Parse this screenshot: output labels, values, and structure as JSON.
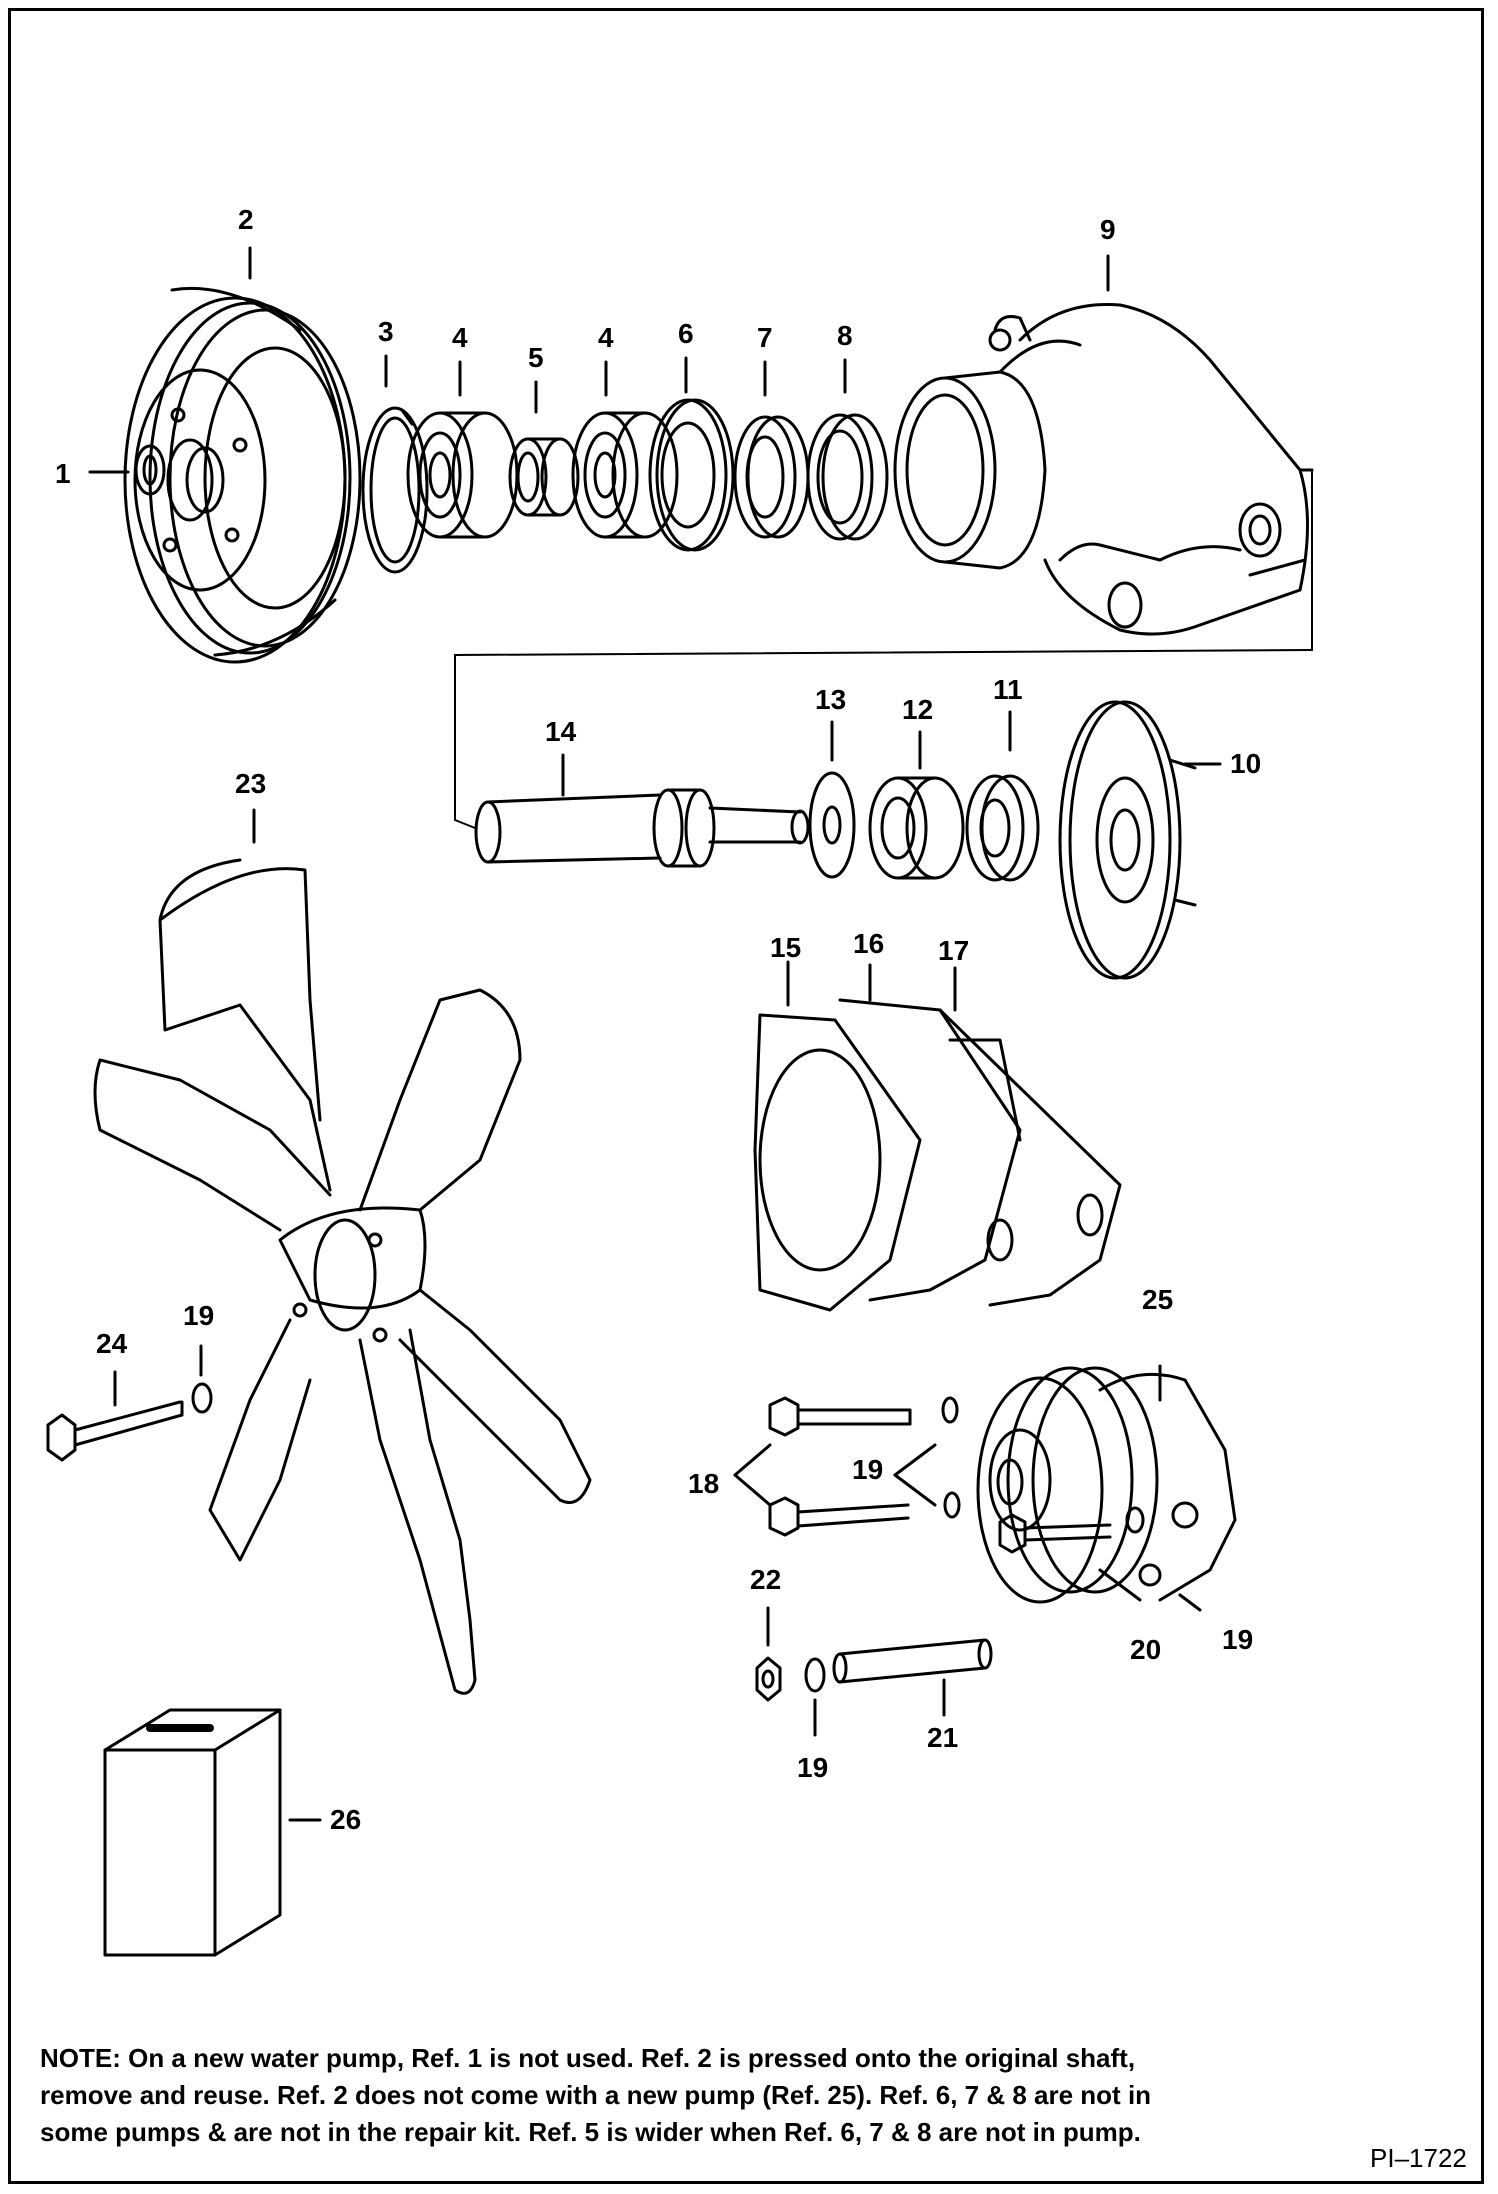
{
  "callouts": {
    "r1": "1",
    "r2": "2",
    "r3": "3",
    "r4a": "4",
    "r4b": "4",
    "r5": "5",
    "r6": "6",
    "r7": "7",
    "r8": "8",
    "r9": "9",
    "r10": "10",
    "r11": "11",
    "r12": "12",
    "r13": "13",
    "r14": "14",
    "r15": "15",
    "r16": "16",
    "r17": "17",
    "r18": "18",
    "r19a": "19",
    "r19b": "19",
    "r19c": "19",
    "r19d": "19",
    "r20": "20",
    "r21": "21",
    "r22": "22",
    "r23": "23",
    "r24": "24",
    "r25": "25",
    "r26": "26"
  },
  "note": {
    "line1": "NOTE: On a new water pump, Ref. 1 is not used. Ref. 2 is pressed onto the original shaft,",
    "line2": "remove and reuse. Ref. 2 does not come with a new pump (Ref. 25). Ref. 6, 7 & 8 are not in",
    "line3": "some pumps & are not in the repair kit. Ref. 5 is wider when Ref. 6, 7 & 8 are not in pump."
  },
  "figure_ref": "PI–1722"
}
